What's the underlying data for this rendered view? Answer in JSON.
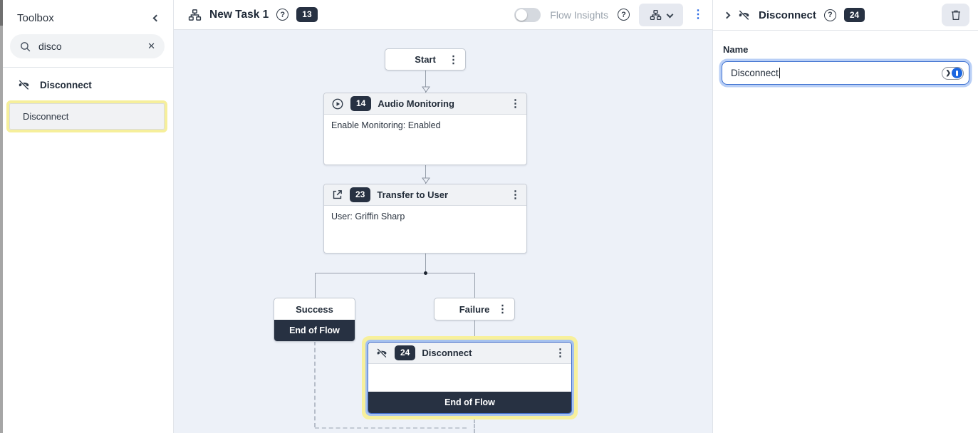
{
  "toolbox": {
    "title": "Toolbox",
    "search_value": "disco",
    "section_label": "Disconnect",
    "item_label": "Disconnect"
  },
  "flow_header": {
    "title": "New Task 1",
    "badge": "13",
    "insights_label": "Flow Insights",
    "insights_on": false
  },
  "canvas": {
    "start": {
      "label": "Start"
    },
    "audio": {
      "badge": "14",
      "title": "Audio Monitoring",
      "body": "Enable Monitoring: Enabled"
    },
    "transfer": {
      "badge": "23",
      "title": "Transfer to User",
      "body": "User: Griffin Sharp"
    },
    "success": {
      "label": "Success",
      "footer": "End of Flow"
    },
    "failure": {
      "label": "Failure"
    },
    "disconnect": {
      "badge": "24",
      "title": "Disconnect",
      "footer": "End of Flow"
    }
  },
  "inspector": {
    "title": "Disconnect",
    "badge": "24",
    "name_label": "Name",
    "name_value": "Disconnect"
  },
  "colors": {
    "badge_dark": "#273142",
    "accent_blue": "#2d6ce5",
    "highlight_yellow": "#f6ef9b",
    "focus_ring": "#a6c2ef",
    "canvas_bg": "#edf1f8"
  }
}
